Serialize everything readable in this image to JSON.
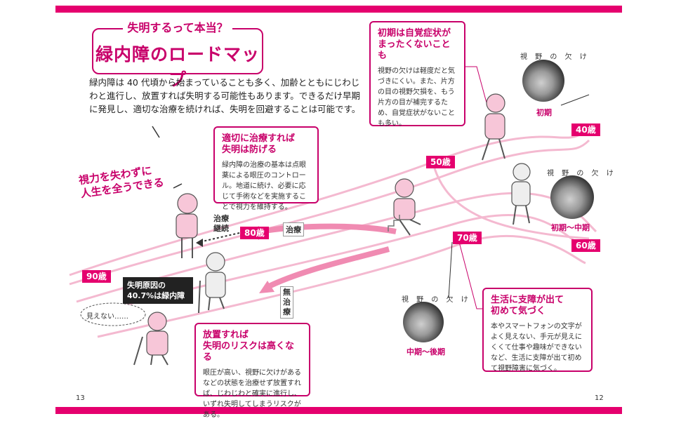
{
  "header": {
    "subtitle": "失明するって本当？",
    "title": "緑内障のロードマップ"
  },
  "intro": "緑内障は 40 代頃から始まっていることも多く、加齢とともにじわじわと進行し、放置すれば失明する可能性もあります。できるだけ早期に発見し、適切な治療を続ければ、失明を回避することは可能です。",
  "cards": {
    "treat": {
      "title": "適切に治療すれば\n失明は防げる",
      "body": "緑内障の治療の基本は点眼薬による眼圧のコントロール。地道に続け、必要に応じて手術などを実施することで視力を維持する。"
    },
    "early": {
      "title": "初期は自覚症状が\nまったくないことも",
      "body": "視野の欠けは軽度だと気づきにくい。また、片方の目の視野欠損を、もう片方の目が補完するため、自覚症状がないことも多い。"
    },
    "life": {
      "title": "生活に支障が出て\n初めて気づく",
      "body": "本やスマートフォンの文字がよく見えない、手元が見えにくくて仕事や趣味ができないなど、生活に支障が出て初めて視野障害に気づく。"
    },
    "neglect": {
      "title": "放置すれば\n失明のリスクは高くなる",
      "body": "眼圧が高い、視野に欠けがあるなどの状態を治療せず放置すれば、じわじわと確実に進行し、いずれ失明してしまうリスクがある。"
    }
  },
  "ages": {
    "a40": "40歳",
    "a50": "50歳",
    "a60": "60歳",
    "a70": "70歳",
    "a80": "80歳",
    "a90": "90歳"
  },
  "labels": {
    "treatment": "治療",
    "continue_treat": "治療\n継続",
    "no_treatment": "無\n治\n療",
    "keep_sight": "視力を失わずに\n人生を全うできる",
    "cause": "失明原因の\n40.7%は緑内障",
    "mienai": "見えない……",
    "lens_caption": "視 野 の 欠 け",
    "stage_early": "初期",
    "stage_mid": "初期〜中期",
    "stage_late": "中期〜後期"
  },
  "pages": {
    "left": "13",
    "right": "12"
  },
  "colors": {
    "accent": "#e5006e",
    "path": "#f2b6cd"
  }
}
